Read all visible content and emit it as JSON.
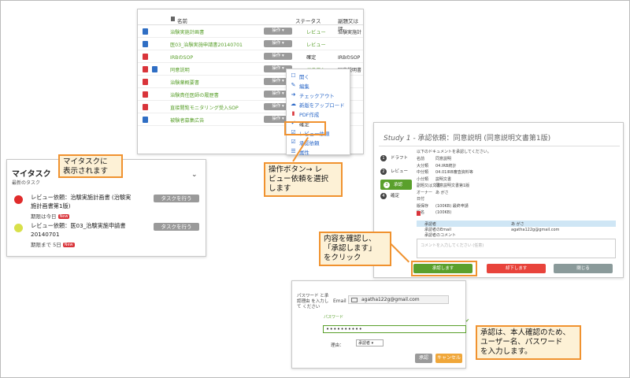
{
  "file_list": {
    "header": {
      "name": "名前",
      "status": "ステータス",
      "extra": "副題又は評"
    },
    "rows": [
      {
        "icon": "word",
        "name": "治験実施計画書",
        "op": "操作 ▾",
        "status": "レビュー",
        "status_color": "green",
        "extra": "治験実施計"
      },
      {
        "icon": "word",
        "name": "医03_治験実施申請書20140701",
        "op": "操作 ▾",
        "status": "レビュー",
        "status_color": "green",
        "extra": ""
      },
      {
        "icon": "pdf",
        "name": "IRBのSOP",
        "op": "操作 ▾",
        "status": "確定",
        "status_color": "dark",
        "extra": "IRBのSOP"
      },
      {
        "icon": "pdf",
        "name": "同意説明",
        "op": "操作 ▾",
        "status": "ドラフト",
        "status_color": "green",
        "extra": "同意説明書"
      },
      {
        "icon": "pdf",
        "name": "治験薬概要書",
        "op": "操作 ▾",
        "status": "",
        "status_color": "green",
        "extra": "書"
      },
      {
        "icon": "pdf",
        "name": "治験責任医師の履歴書",
        "op": "操作 ▾",
        "status": "",
        "status_color": "green",
        "extra": ""
      },
      {
        "icon": "pdf",
        "name": "直接閲覧モニタリング受入SOP",
        "op": "操作 ▾",
        "status": "",
        "status_color": "green",
        "extra": ""
      },
      {
        "icon": "word",
        "name": "被験者募集広告",
        "op": "操作 ▾",
        "status": "",
        "status_color": "green",
        "extra": ""
      }
    ]
  },
  "op_menu": {
    "items": [
      {
        "icon": "☐",
        "label": "開く"
      },
      {
        "icon": "✎",
        "label": "編集"
      },
      {
        "icon": "➜",
        "label": "チェックアウト"
      },
      {
        "icon": "☁",
        "label": "新版をアップロード"
      },
      {
        "icon": "▮",
        "label": "PDF作成",
        "red": true
      },
      {
        "icon": "✔",
        "label": "確定",
        "dark": true
      },
      {
        "icon": "☑",
        "label": "レビュー依頼"
      },
      {
        "icon": "☑",
        "label": "承認依頼"
      },
      {
        "icon": "☰",
        "label": "属性"
      }
    ]
  },
  "my_task": {
    "title": "マイタスク",
    "subtitle": "最新のタスク",
    "tasks": [
      {
        "dot_color": "#e02b2b",
        "line1": "レビュー依頼：治験実施計画書 (治験実",
        "line2": "施計画書第1版)",
        "meta": "期限は今日",
        "badge": "New",
        "button": "タスクを行う"
      },
      {
        "dot_color": "#d8e04a",
        "line1": "レビュー依頼：医03_治験実施申請書",
        "line2": "20140701",
        "meta": "期限まで 5日",
        "badge": "New",
        "button": "タスクを行う"
      }
    ]
  },
  "approval": {
    "title_study": "Study 1",
    "title_rest": " - 承認依頼：同意説明 (同意説明文書第1版)",
    "intro": "以下のドキュメントを承認してください。",
    "steps": [
      {
        "num": "1",
        "label": "ドラフト"
      },
      {
        "num": "2",
        "label": "レビュー"
      },
      {
        "num": "3",
        "label": "承認"
      },
      {
        "num": "4",
        "label": "確定"
      }
    ],
    "info": [
      {
        "k": "名前",
        "v": "同意説明"
      },
      {
        "k": "大分類",
        "v": "04.IRB統計"
      },
      {
        "k": "中分類",
        "v": "04.01IRB審査資料等"
      },
      {
        "k": "小分類",
        "v": "説明文書"
      },
      {
        "k": "副題又は文書",
        "v": "同意説明文書第1版"
      },
      {
        "k": "オーナー",
        "v": "あ がさ"
      },
      {
        "k": "日付",
        "v": ""
      },
      {
        "k": "版保存",
        "v": "(100KB)   最終申請"
      },
      {
        "k": "版名",
        "v": "(100KB)"
      }
    ],
    "table": [
      {
        "k": "承認者",
        "v": "あ がさ"
      },
      {
        "k": "承認者のEmail",
        "v": "agatha122g@gmail.com"
      },
      {
        "k": "承認者のコメント",
        "v": ""
      }
    ],
    "comment_placeholder": "コメントを入力してください (任意)",
    "buttons": {
      "approve": "承認します",
      "reject": "却下します",
      "close": "閉じる"
    }
  },
  "password_dialog": {
    "instruction": "パスワード と承認理由 を入力して ください",
    "email_label": "Email",
    "email_value": "agatha122g@gmail.com",
    "password_label": "パスワード",
    "password_value": "••••••••••",
    "reason_label": "理由：",
    "reason_value": "承認者",
    "approve": "承認",
    "cancel": "キャンセル"
  },
  "callouts": {
    "task_shown": "マイタスクに\n表示されます",
    "select_review": "操作ボタン→ レ\nビュー依頼を選択\nします",
    "click_approve": "内容を確認し、\n「承認します」\nをクリック",
    "approval_note": "承認は、本人確認のため、\nユーザー名、パスワード\nを入力します。"
  },
  "colors": {
    "accent": "#f0922f",
    "green": "#5aa02c",
    "link_blue": "#2a67c7",
    "reject_red": "#e8433b",
    "cancel_orange": "#f0a73a"
  }
}
